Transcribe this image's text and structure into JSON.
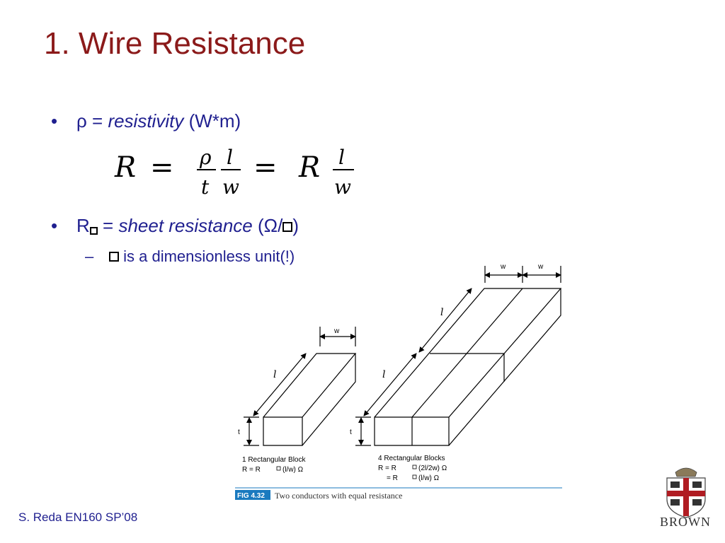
{
  "title": "1. Wire Resistance",
  "bullets": [
    {
      "symbol": "ρ =",
      "term": "resistivity",
      "unit": "(W*m)"
    },
    {
      "symbol": "R",
      "eq": " =",
      "term": "sheet resistance",
      "unit_open": "(Ω/",
      "unit_close": ")"
    }
  ],
  "sub_bullet": {
    "dash": "–",
    "text": " is a dimensionless unit(!)"
  },
  "equation": {
    "lhs": "R",
    "rho": "ρ",
    "t": "t",
    "l": "l",
    "w": "w",
    "r2": "R"
  },
  "figure": {
    "dim_w": "w",
    "dim_l": "l",
    "dim_t": "t",
    "block1_caption_1": "1 Rectangular Block",
    "block1_caption_2": "R = R",
    "block1_caption_2b": "(l/w) Ω",
    "block2_caption_1": "4 Rectangular Blocks",
    "block2_caption_2": "R = R",
    "block2_caption_2b": "(2l/2w) Ω",
    "block2_caption_3": "= R",
    "block2_caption_3b": "(l/w) Ω",
    "fig_label": "FIG 4.32",
    "fig_caption": "Two conductors with equal resistance"
  },
  "footer": {
    "author": "S. Reda EN160 SP’08"
  },
  "logo": {
    "text": "BROWN"
  },
  "colors": {
    "title": "#8b1a1a",
    "text": "#1f1f8f",
    "fig_label_bg": "#1a7abf"
  }
}
